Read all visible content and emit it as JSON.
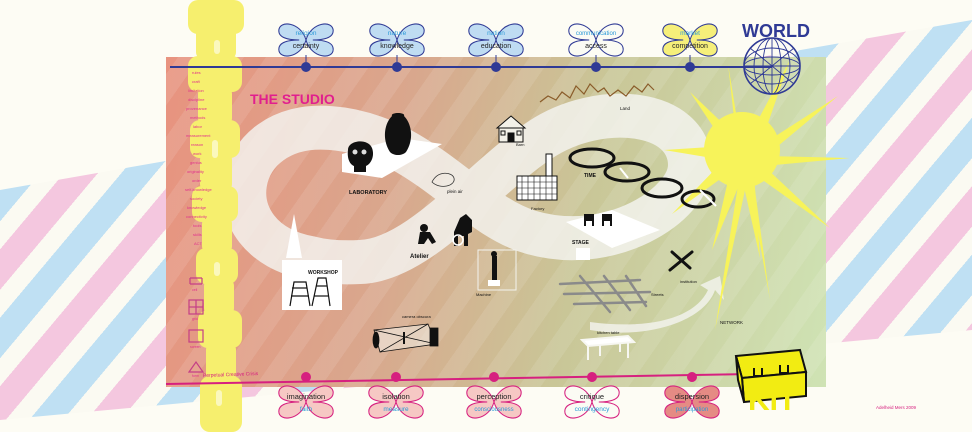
{
  "title": {
    "world": "WORLD",
    "studio": "THE STUDIO",
    "kit": "KIT"
  },
  "colors": {
    "blue_line": "#2f3a95",
    "magenta_line": "#d6207f",
    "kit_yellow": "#f2ec12",
    "studio_pink": "#e11f8e"
  },
  "top_nodes": [
    {
      "top": "religion",
      "bottom": "certainty"
    },
    {
      "top": "nature",
      "bottom": "knowledge"
    },
    {
      "top": "nation",
      "bottom": "education"
    },
    {
      "top": "communication",
      "bottom": "access"
    },
    {
      "top": "market",
      "bottom": "competition"
    }
  ],
  "bottom_nodes": [
    {
      "top": "imagination",
      "bottom": "faith"
    },
    {
      "top": "isolation",
      "bottom": "measure"
    },
    {
      "top": "perception",
      "bottom": "consciousness"
    },
    {
      "top": "critique",
      "bottom": "contingency"
    },
    {
      "top": "dispersion",
      "bottom": "participation"
    }
  ],
  "places": {
    "laboratory": "LABORATORY",
    "plein_air": "plein air",
    "barn": "Barn",
    "land": "Land",
    "factory": "Factory",
    "time": "TIME",
    "stage": "STAGE",
    "atelier": "Atelier",
    "workshop": "WORKSHOP",
    "machine": "Machine",
    "institution": "institution",
    "streets": "Streets",
    "network": "NETWORK",
    "camera_obscura": "camera obscura",
    "kitchen_table": "kitchen table"
  },
  "side_tags": [
    "rules",
    "craft",
    "limitation",
    "discipline",
    "provenance",
    "methods",
    "labor",
    "measurement",
    "reason",
    "work",
    "genius",
    "originality",
    "order",
    "self-knowledge",
    "society",
    "knowledge",
    "connectivity",
    "tools",
    "skills",
    "ACT"
  ],
  "side_icon_captions": [
    "cell",
    "grid",
    "screen",
    "form"
  ],
  "crisis_label": "Perpetual Creative Crisis",
  "credit": "Adelheid Mers 2009"
}
